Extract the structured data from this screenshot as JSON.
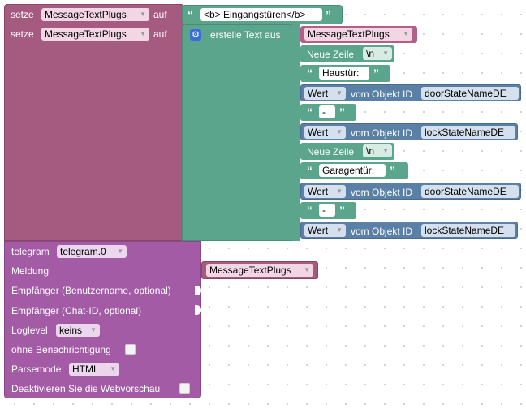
{
  "set1": {
    "label": "setze",
    "var": "MessageTextPlugs",
    "to": "auf",
    "text": "<b> Eingangstüren</b>"
  },
  "set2": {
    "label": "setze",
    "var": "MessageTextPlugs",
    "to": "auf",
    "join_label": "erstelle Text aus",
    "first_var": "MessageTextPlugs"
  },
  "rows": {
    "newline1": {
      "label": "Neue Zeile",
      "value": "\\n"
    },
    "haustuer": {
      "text": "Haustür:"
    },
    "get1": {
      "mode": "Wert",
      "label": "vom Objekt ID",
      "id": "doorStateNameDE"
    },
    "dash1": {
      "text": "-"
    },
    "get2": {
      "mode": "Wert",
      "label": "vom Objekt ID",
      "id": "lockStateNameDE"
    },
    "newline2": {
      "label": "Neue Zeile",
      "value": "\\n"
    },
    "garagentuer": {
      "text": "Garagentür:"
    },
    "get3": {
      "mode": "Wert",
      "label": "vom Objekt ID",
      "id": "doorStateNameDE"
    },
    "dash2": {
      "text": "-"
    },
    "get4": {
      "mode": "Wert",
      "label": "vom Objekt ID",
      "id": "lockStateNameDE"
    }
  },
  "telegram": {
    "label": "telegram",
    "instance": "telegram.0",
    "meldung": "Meldung",
    "meldung_var": "MessageTextPlugs",
    "empfaenger_user": "Empfänger (Benutzername, optional)",
    "empfaenger_chat": "Empfänger (Chat-ID, optional)",
    "loglevel": "Loglevel",
    "loglevel_value": "keins",
    "ohne": "ohne Benachrichtigung",
    "parsemode": "Parsemode",
    "parsemode_value": "HTML",
    "deaktivieren": "Deaktivieren Sie die Webvorschau"
  },
  "colors": {
    "variable": "#a55b80",
    "text": "#5ba58c",
    "getter": "#5b80a5",
    "telegram": "#a35ba5"
  },
  "icons": {
    "gear": "gear-icon",
    "dropdown": "dropdown-arrow-icon",
    "quote": "quote-icon"
  }
}
